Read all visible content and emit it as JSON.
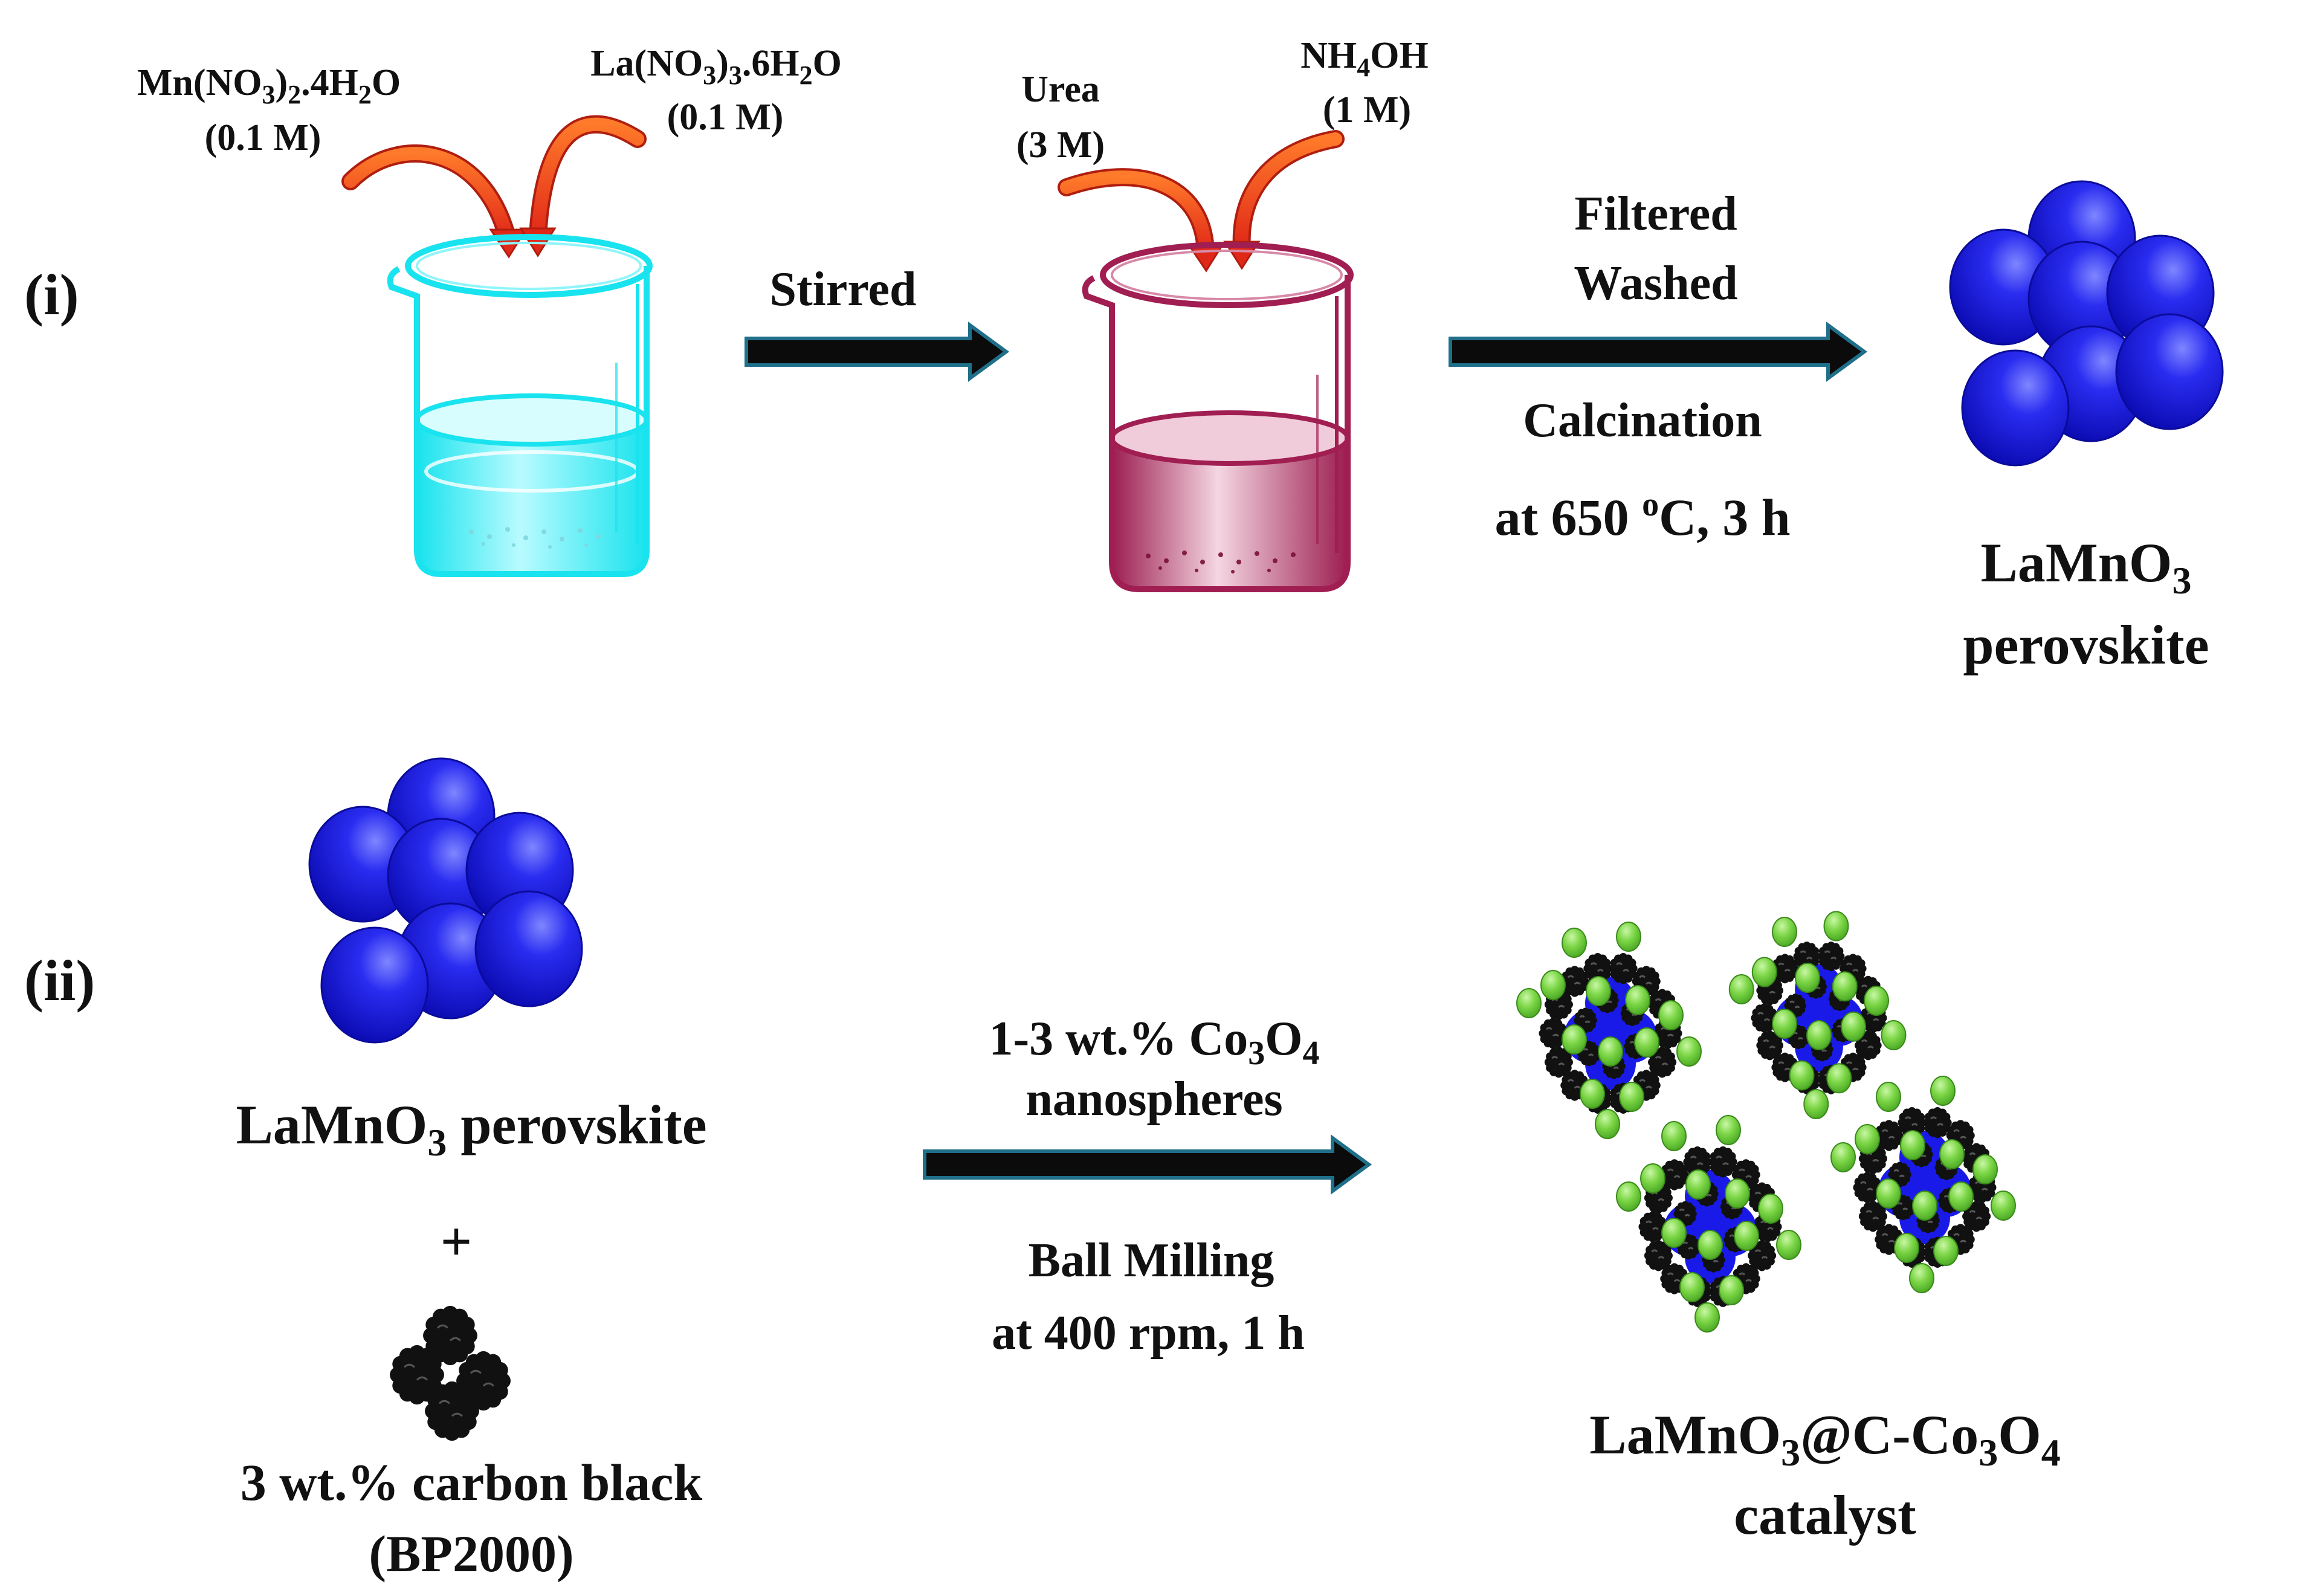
{
  "steps": {
    "one": {
      "label": "(i)"
    },
    "two": {
      "label": "(ii)"
    }
  },
  "reagents": {
    "mn": {
      "formula": "Mn(NO3)2.4H2O",
      "conc": "(0.1 M)"
    },
    "la": {
      "formula": "La(NO3)3.6H2O",
      "conc": "(0.1 M)"
    },
    "urea": {
      "name": "Urea",
      "conc": "(3 M)"
    },
    "nh4oh": {
      "formula": "NH4OH",
      "conc": "(1 M)"
    }
  },
  "arrows": {
    "stir": {
      "label": "Stirred"
    },
    "filter": {
      "line1": "Filtered",
      "line2": "Washed",
      "line3": "Calcination",
      "line4": "at 650 oC, 3 h"
    },
    "mill": {
      "line1": "1-3 wt.% Co3O4",
      "line2": "nanospheres",
      "line3": "Ball Milling",
      "line4": "at 400 rpm, 1 h"
    }
  },
  "products": {
    "perovskite_top": {
      "line1": "LaMnO3",
      "line2": "perovskite"
    },
    "perovskite_bottom": {
      "label": "LaMnO3 perovskite"
    },
    "plus": "+",
    "carbon": {
      "line1": "3 wt.% carbon black",
      "line2": "(BP2000)"
    },
    "catalyst": {
      "line1": "LaMnO3@C-Co3O4",
      "line2": "catalyst"
    }
  },
  "colors": {
    "beaker1": "#19e3ee",
    "beaker2": "#a01e52",
    "curved_arrow": "#e8321e",
    "sphere_blue": "#1818e0",
    "carbon_black": "#111111",
    "cobalt_green": "#7bd545",
    "arrow_fill": "#0b0b0b",
    "arrow_outline": "#1f6f8a"
  }
}
